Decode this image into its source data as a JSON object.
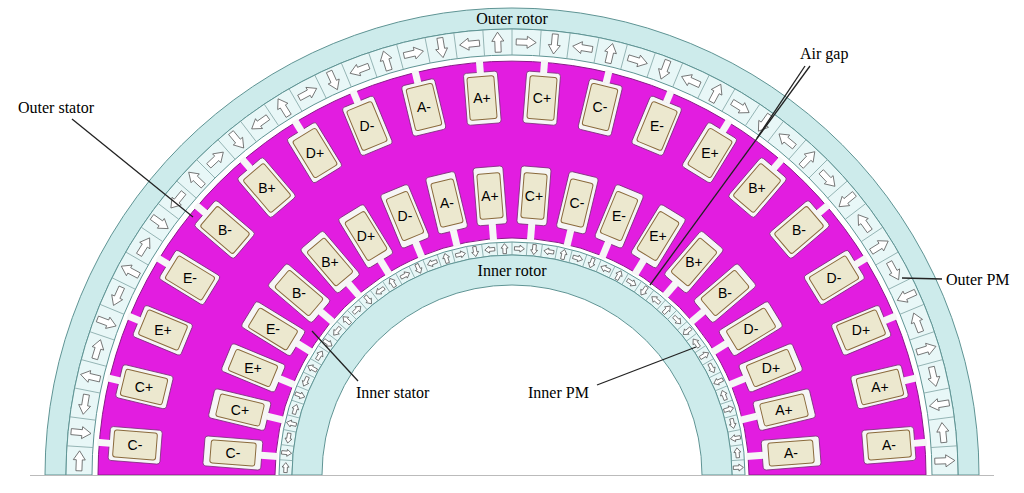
{
  "diagram": {
    "nodes": [
      {
        "text": [
          "C-"
        ]
      },
      {
        "text": [
          "C+"
        ]
      },
      {
        "text": [
          "E+"
        ]
      },
      {
        "text": [
          "E-"
        ]
      },
      {
        "text": [
          "B-"
        ]
      },
      {
        "text": [
          "B+"
        ]
      },
      {
        "text": [
          "D+"
        ]
      },
      {
        "text": [
          "D-"
        ]
      },
      {
        "text": [
          "A-"
        ]
      },
      {
        "text": [
          "A+"
        ]
      },
      {
        "text": [
          "C+"
        ]
      },
      {
        "text": [
          "C-"
        ]
      },
      {
        "text": [
          "E-"
        ]
      },
      {
        "text": [
          "E+"
        ]
      },
      {
        "text": [
          "B+"
        ]
      },
      {
        "text": [
          "B-"
        ]
      },
      {
        "text": [
          "D-"
        ]
      },
      {
        "text": [
          "D+"
        ]
      },
      {
        "text": [
          "A+"
        ]
      },
      {
        "text": [
          "A-"
        ]
      },
      {
        "text": [
          "C-"
        ]
      },
      {
        "text": [
          "C+"
        ]
      },
      {
        "text": [
          "E+"
        ]
      },
      {
        "text": [
          "E-"
        ]
      },
      {
        "text": [
          "B-"
        ]
      },
      {
        "text": [
          "B+"
        ]
      },
      {
        "text": [
          "D+"
        ]
      },
      {
        "text": [
          "D-"
        ]
      },
      {
        "text": [
          "A-"
        ]
      },
      {
        "text": [
          "A+"
        ]
      },
      {
        "text": [
          "C+"
        ]
      },
      {
        "text": [
          "C-"
        ]
      },
      {
        "text": [
          "E-"
        ]
      },
      {
        "text": [
          "E+"
        ]
      },
      {
        "text": [
          "B+"
        ]
      },
      {
        "text": [
          "B-"
        ]
      },
      {
        "text": [
          "D-"
        ]
      },
      {
        "text": [
          "D+"
        ]
      },
      {
        "text": [
          "A+"
        ]
      },
      {
        "text": [
          "A-"
        ]
      }
    ],
    "labels": [
      "Outer rotor",
      "Air gap",
      "Outer stator",
      "Inner rotor",
      "Outer PM",
      "Inner stator",
      "Inner PM"
    ]
  }
}
